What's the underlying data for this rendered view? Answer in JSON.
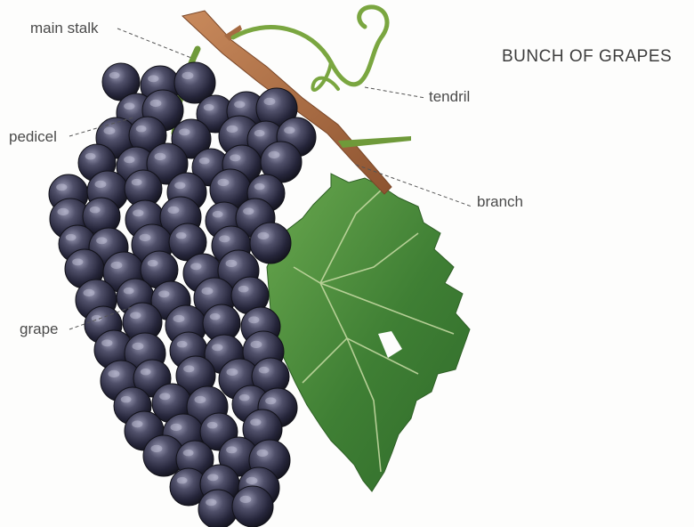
{
  "title": "BUNCH OF GRAPES",
  "labels": {
    "main_stalk": "main stalk",
    "tendril": "tendril",
    "pedicel": "pedicel",
    "branch": "branch",
    "grape": "grape"
  },
  "colors": {
    "grape_dark": "#1c1c28",
    "grape_mid": "#3b3b52",
    "grape_light": "#8a8aa6",
    "branch": "#b0744a",
    "leaf": "#4e8b3a",
    "vein": "#c8d9a3",
    "stalk_green": "#6f9a3a"
  }
}
